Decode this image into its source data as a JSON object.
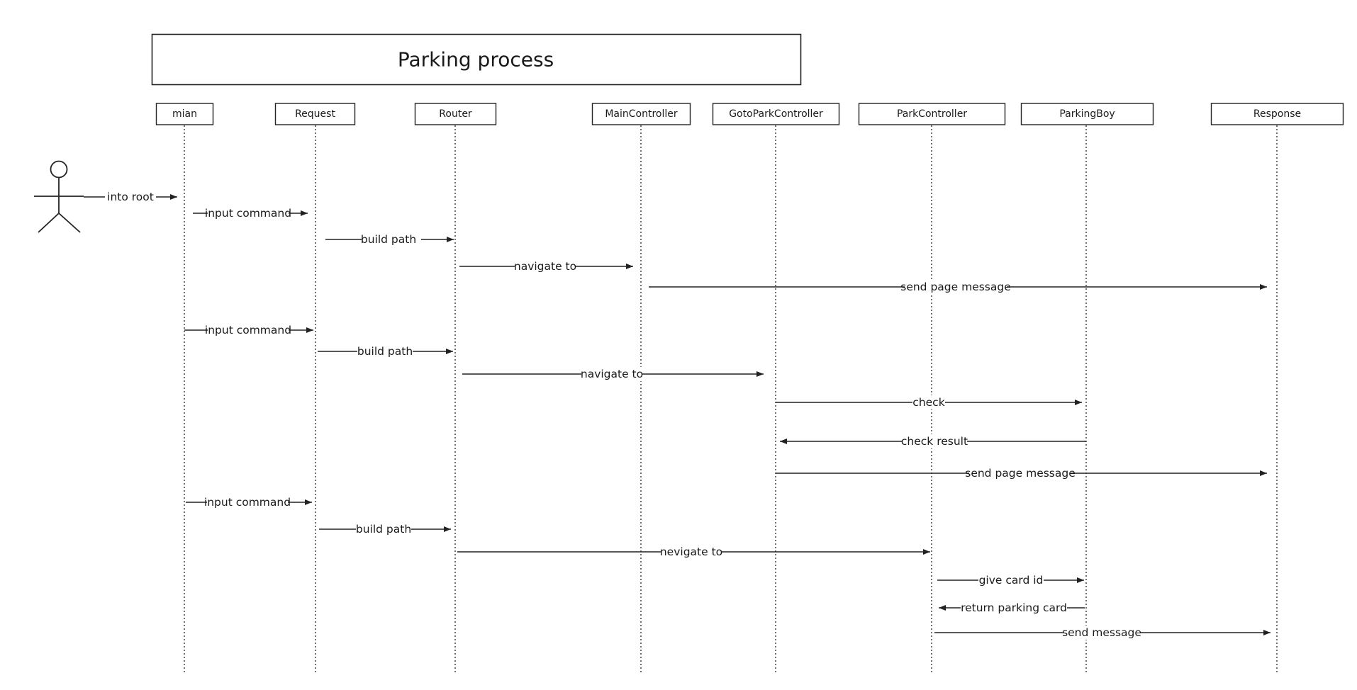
{
  "diagram": {
    "title": "Parking process",
    "lifelines": [
      {
        "label": "mian"
      },
      {
        "label": "Request"
      },
      {
        "label": "Router"
      },
      {
        "label": "MainController"
      },
      {
        "label": "GotoParkController"
      },
      {
        "label": "ParkController"
      },
      {
        "label": "ParkingBoy"
      },
      {
        "label": "Response"
      }
    ],
    "messages": [
      {
        "label": "into root"
      },
      {
        "label": "input command"
      },
      {
        "label": "build path"
      },
      {
        "label": "navigate to"
      },
      {
        "label": "send page message"
      },
      {
        "label": "input command"
      },
      {
        "label": "build path"
      },
      {
        "label": "navigate to"
      },
      {
        "label": "check"
      },
      {
        "label": "check result"
      },
      {
        "label": "send page message"
      },
      {
        "label": "input command"
      },
      {
        "label": "build path"
      },
      {
        "label": "nevigate to"
      },
      {
        "label": "give card id"
      },
      {
        "label": "return parking card"
      },
      {
        "label": "send message"
      }
    ]
  }
}
